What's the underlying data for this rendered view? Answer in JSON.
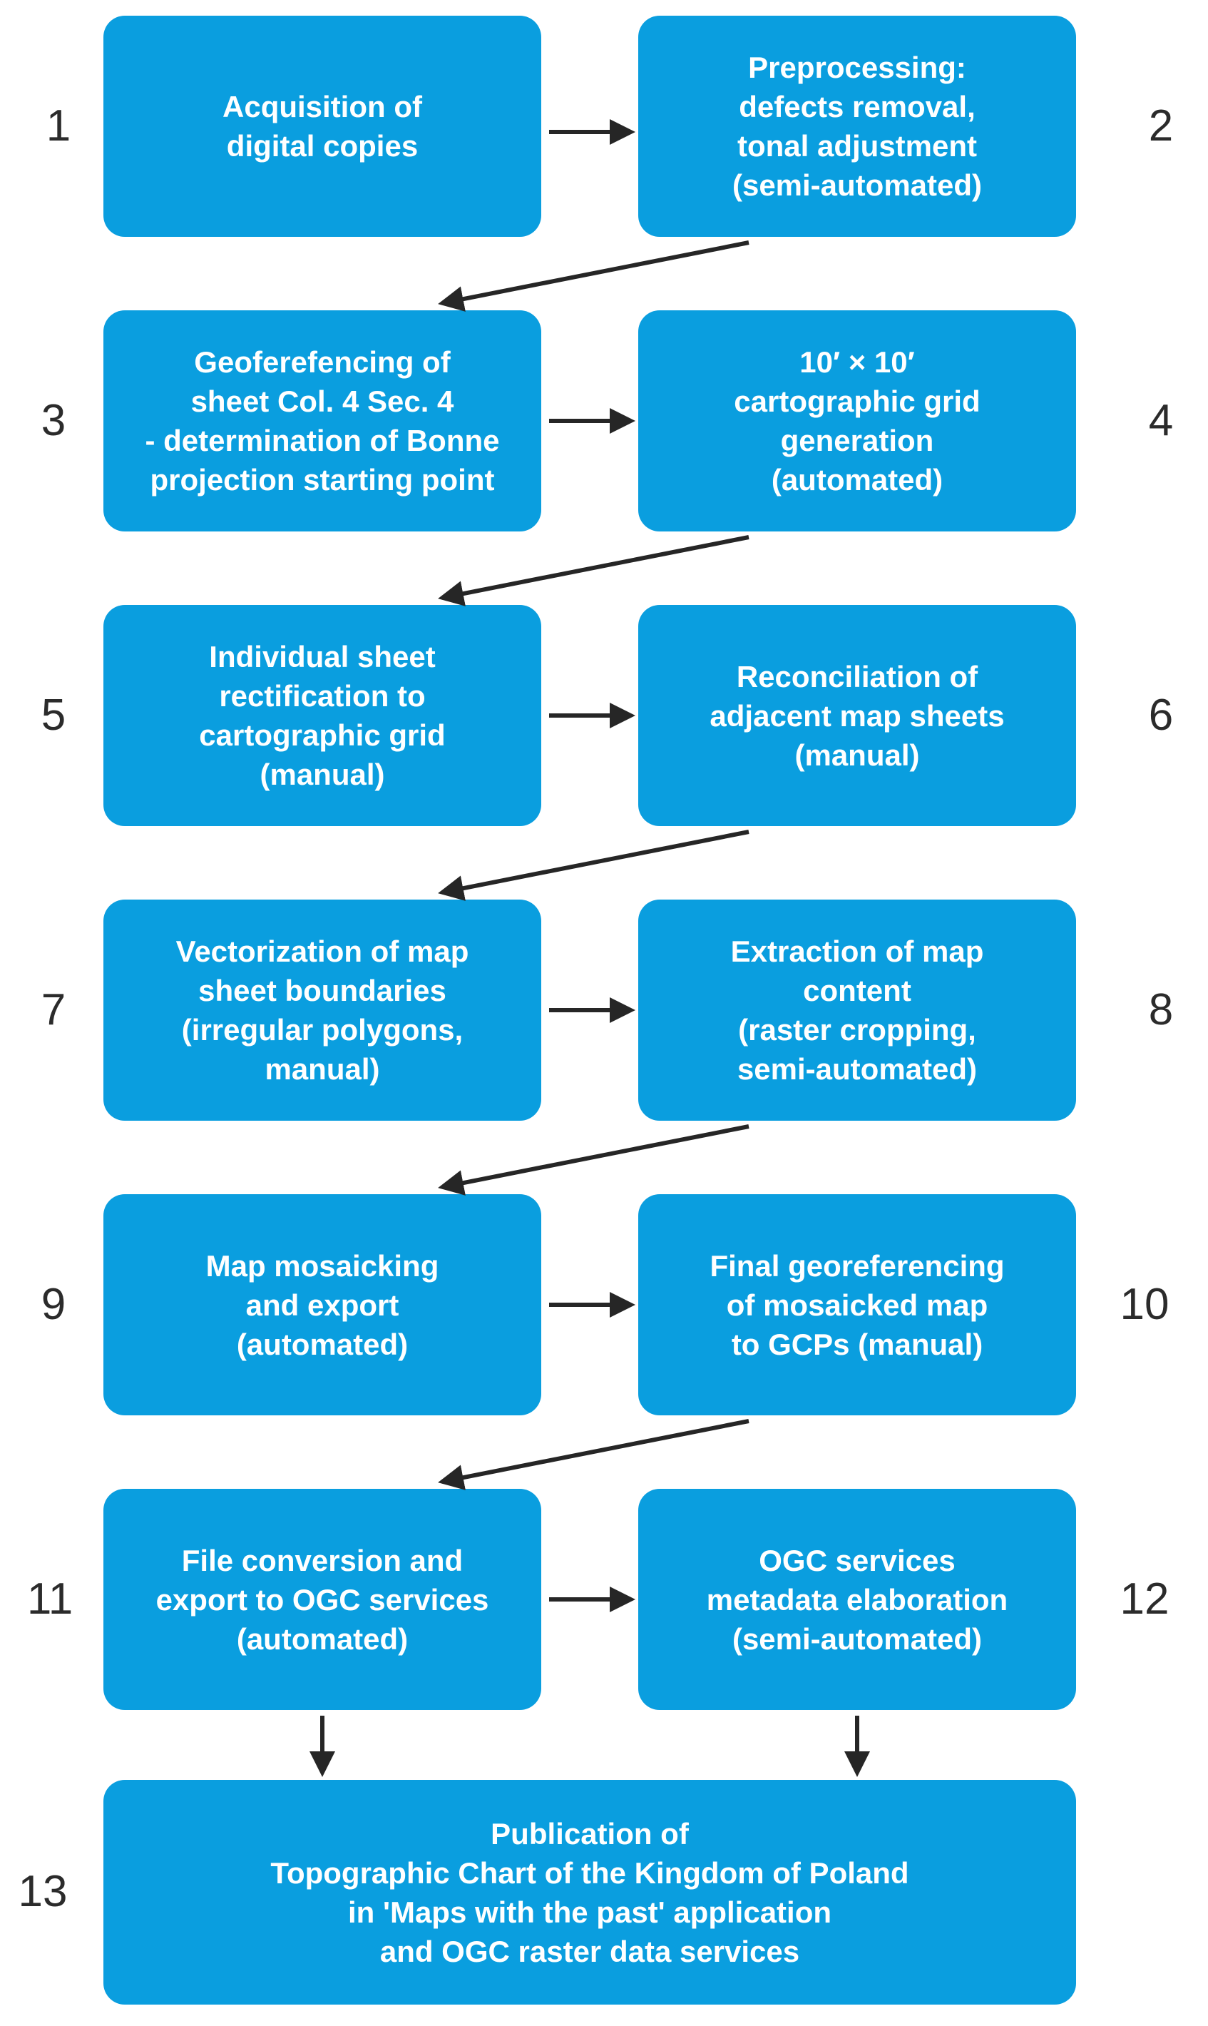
{
  "colors": {
    "box_fill": "#0a9edf",
    "box_text": "#ffffff",
    "arrow": "#262626",
    "number": "#2b2b2b"
  },
  "steps": [
    {
      "num": "1",
      "text": "Acquisition of\ndigital copies"
    },
    {
      "num": "2",
      "text": "Preprocessing:\ndefects removal,\ntonal adjustment\n(semi-automated)"
    },
    {
      "num": "3",
      "text": "Geoferefencing of\nsheet Col. 4 Sec. 4\n- determination of Bonne\nprojection starting point"
    },
    {
      "num": "4",
      "text": "10′ × 10′\ncartographic grid\ngeneration\n(automated)"
    },
    {
      "num": "5",
      "text": "Individual sheet\nrectification to\ncartographic grid\n(manual)"
    },
    {
      "num": "6",
      "text": "Reconciliation of\nadjacent map sheets\n(manual)"
    },
    {
      "num": "7",
      "text": "Vectorization of map\nsheet boundaries\n(irregular polygons,\nmanual)"
    },
    {
      "num": "8",
      "text": "Extraction of map\ncontent\n(raster cropping,\nsemi-automated)"
    },
    {
      "num": "9",
      "text": "Map mosaicking\nand export\n(automated)"
    },
    {
      "num": "10",
      "text": "Final georeferencing\nof mosaicked map\nto GCPs (manual)"
    },
    {
      "num": "11",
      "text": "File conversion and\nexport to OGC services\n(automated)"
    },
    {
      "num": "12",
      "text": "OGC services\nmetadata elaboration\n(semi-automated)"
    },
    {
      "num": "13",
      "text": "Publication of\nTopographic Chart of the Kingdom of Poland\nin 'Maps with the past' application\nand OGC raster data services"
    }
  ]
}
